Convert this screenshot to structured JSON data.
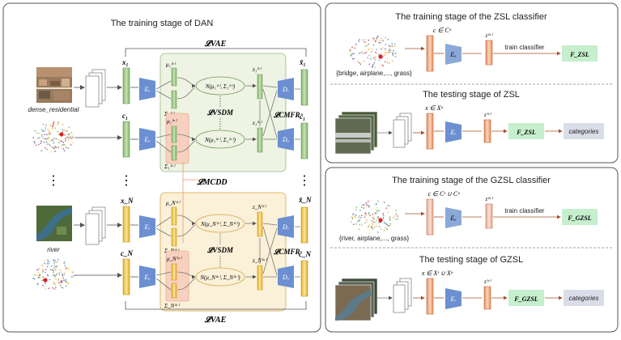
{
  "left_panel": {
    "title": "The training stage of  DAN",
    "loss_vae_top": "𝓛VAE",
    "loss_vae_bottom": "𝓛VAE",
    "loss_vsdm_top": "𝓛VSDM",
    "loss_vsdm_bottom": "𝓛VSDM",
    "loss_cmfr_top": "𝓛CMFR",
    "loss_cmfr_bottom": "𝓛CMFR",
    "loss_mcdd": "𝓛MCDD",
    "image_label_1": "dense_residential",
    "image_label_2": "river",
    "vdots": "⋮",
    "x1": "x₁",
    "c1": "c₁",
    "xN": "x_N",
    "cN": "c_N",
    "x1_hat": "x̂₁",
    "c1_hat": "ĉ₁",
    "xN_hat": "x̂_N",
    "cN_hat": "ĉ_N",
    "mu1v": "μ₁⁽ᵛ⁾",
    "sig1v": "Σ₁⁽ᵛ⁾",
    "mu1a": "μ₁⁽ᵃ⁾",
    "sig1a": "Σ₁⁽ᵃ⁾",
    "muNv": "μ_N⁽ᵛ⁾",
    "sigNv": "Σ_N⁽ᵛ⁾",
    "muNa": "μ_N⁽ᵃ⁾",
    "sigNa": "Σ_N⁽ᵃ⁾",
    "N1v": "N(μ₁⁽ᵛ⁾, Σ₁⁽ᵛ⁾)",
    "N1a": "N(μ₁⁽ᵃ⁾, Σ₁⁽ᵃ⁾)",
    "NNv": "N(μ_N⁽ᵛ⁾, Σ_N⁽ᵛ⁾)",
    "NNa": "N(μ_N⁽ᵃ⁾, Σ_N⁽ᵃ⁾)",
    "z1v": "z₁⁽ᵛ⁾",
    "z1a": "z₁⁽ᵃ⁾",
    "zNv": "z_N⁽ᵛ⁾",
    "zNa": "z_N⁽ᵃ⁾",
    "Ev": "Eᵥ",
    "Ea": "Eₐ",
    "Dv": "Dᵥ",
    "Da": "Dₐ"
  },
  "zsl_train": {
    "title": "The training stage of the ZSL classifier",
    "set": "c ∈ Cᵘ",
    "caption": "{bridge, airplane,..., grass}",
    "encoder": "Eₐ",
    "z": "z⁽ᵃ⁾",
    "arrow_label": "train classifier",
    "classifier": "F_ZSL"
  },
  "zsl_test": {
    "title": "The testing stage of ZSL",
    "set": "x ∈ Xᵘ",
    "encoder": "Eᵥ",
    "z": "z⁽ᵛ⁾",
    "classifier": "F_ZSL",
    "output": "categories"
  },
  "gzsl_train": {
    "title": "The training stage of the GZSL classifier",
    "set": "c ∈ Cˢ ∪ Cᵘ",
    "caption": "{river, airplane,..., grass}",
    "encoder": "Eₐ",
    "z": "z⁽ᵃ⁾",
    "arrow_label": "train classifier",
    "classifier": "F_GZSL"
  },
  "gzsl_test": {
    "title": "The testing stage of GZSL",
    "set": "x ∈ Xˢ ∪ Xᵘ",
    "encoder": "Eᵥ",
    "z": "z⁽ᵛ⁾",
    "classifier": "F_GZSL",
    "output": "categories"
  },
  "colors": {
    "green_box": "#eef3e3",
    "orange_box": "#fbf0d8",
    "encoder_blue": "#6b8fd0",
    "green_feature": "#a8d08d",
    "yellow_feature": "#f4c842",
    "orange_feature": "#f2b08a",
    "classifier_green": "#c6efce",
    "category_gray": "#d9dde8",
    "pink_box": "#f8d0c0"
  }
}
